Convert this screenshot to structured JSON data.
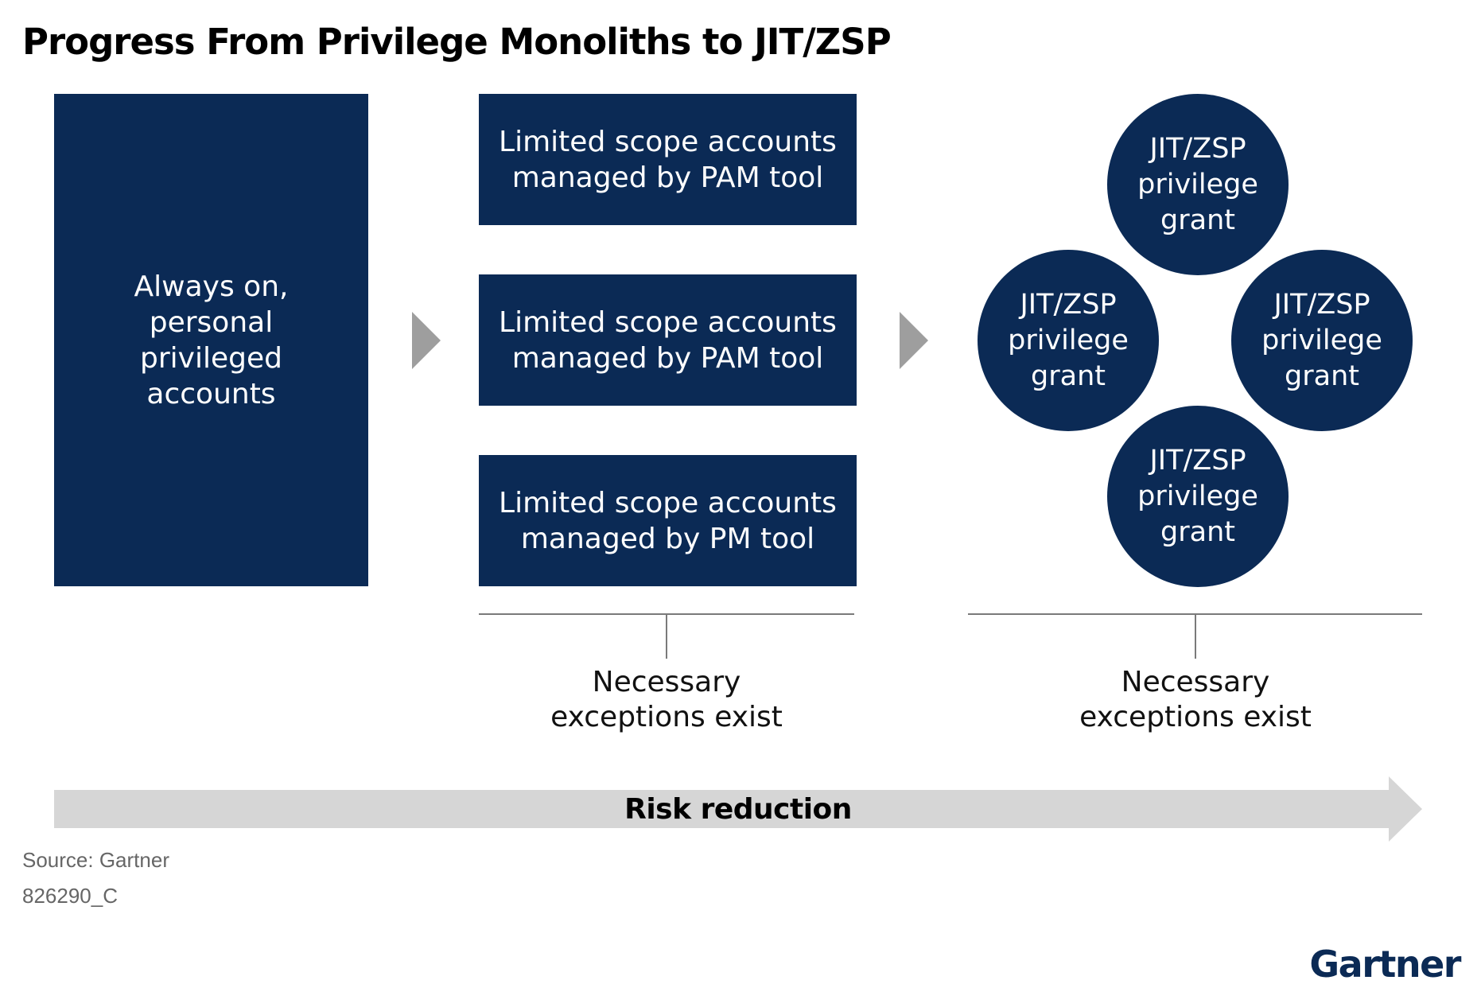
{
  "title": "Progress From Privilege Monoliths to JIT/ZSP",
  "colors": {
    "navy": "#0b2a55",
    "arrow_gray": "#9e9e9e",
    "band_gray": "#d6d6d6",
    "logo_blue": "#0b2a55"
  },
  "stage1": {
    "label": "Always on,\npersonal\nprivileged\naccounts"
  },
  "stage2": {
    "boxes": [
      "Limited scope accounts\nmanaged by PAM tool",
      "Limited scope accounts\nmanaged by PAM tool",
      "Limited scope accounts\nmanaged by PM tool"
    ],
    "note": "Necessary\nexceptions exist"
  },
  "stage3": {
    "circles": [
      "JIT/ZSP\nprivilege\ngrant",
      "JIT/ZSP\nprivilege\ngrant",
      "JIT/ZSP\nprivilege\ngrant",
      "JIT/ZSP\nprivilege\ngrant"
    ],
    "note": "Necessary\nexceptions exist"
  },
  "risk_arrow": {
    "label": "Risk reduction"
  },
  "footer": {
    "source": "Source: Gartner",
    "code": "826290_C",
    "logo": "Gartner"
  }
}
